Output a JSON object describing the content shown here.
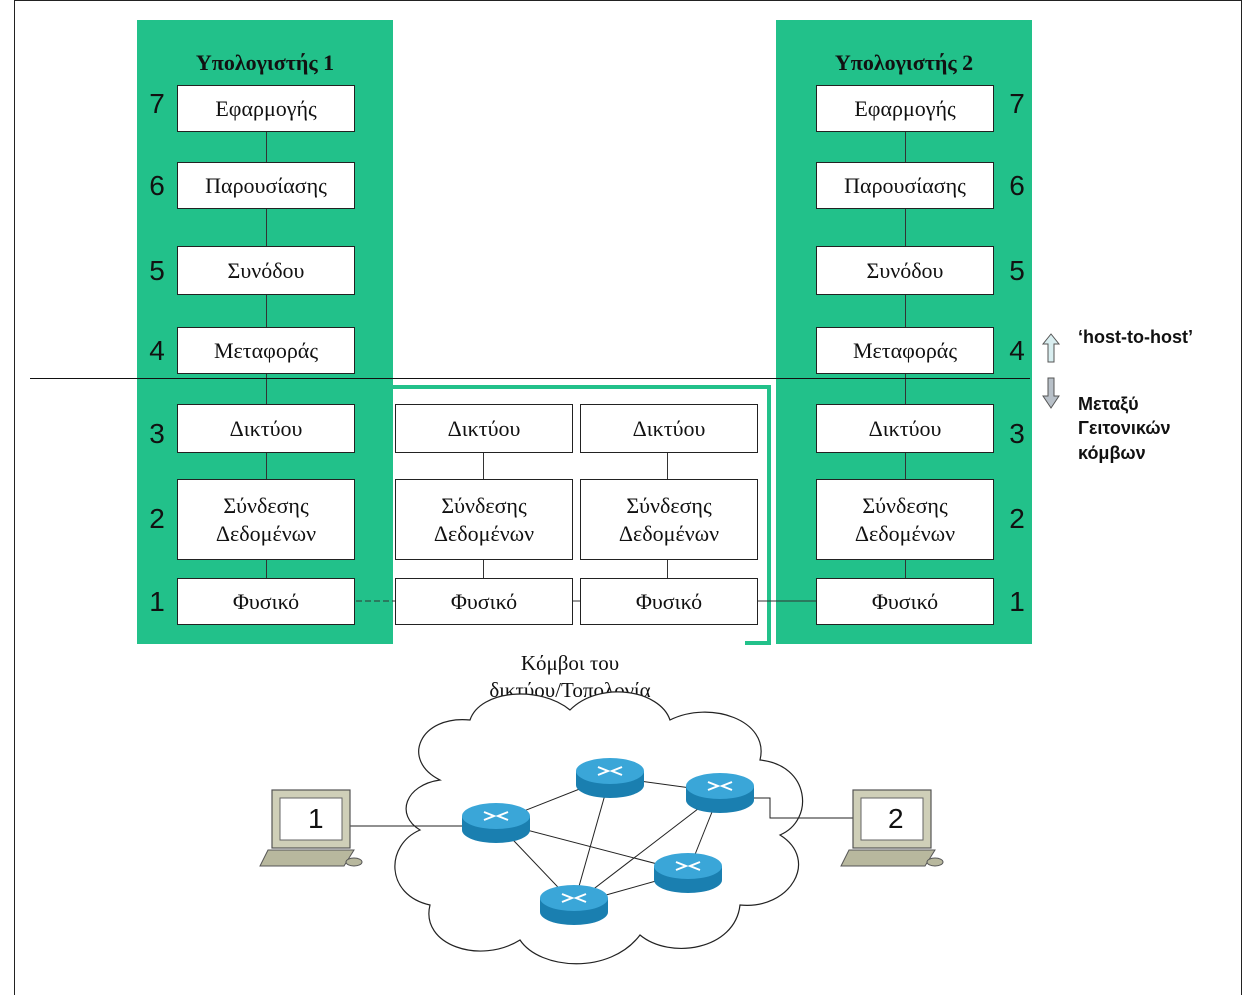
{
  "host1": {
    "title": "Υπολογιστής 1",
    "layers": [
      {
        "num": "7",
        "label": "Εφαρμογής"
      },
      {
        "num": "6",
        "label": "Παρουσίασης"
      },
      {
        "num": "5",
        "label": "Συνόδου"
      },
      {
        "num": "4",
        "label": "Μεταφοράς"
      },
      {
        "num": "3",
        "label": "Δικτύου"
      },
      {
        "num": "2",
        "label": "Σύνδεσης\nΔεδομένων"
      },
      {
        "num": "1",
        "label": "Φυσικό"
      }
    ]
  },
  "host2": {
    "title": "Υπολογιστής 2",
    "layers": [
      {
        "num": "7",
        "label": "Εφαρμογής"
      },
      {
        "num": "6",
        "label": "Παρουσίασης"
      },
      {
        "num": "5",
        "label": "Συνόδου"
      },
      {
        "num": "4",
        "label": "Μεταφοράς"
      },
      {
        "num": "3",
        "label": "Δικτύου"
      },
      {
        "num": "2",
        "label": "Σύνδεσης\nΔεδομένων"
      },
      {
        "num": "1",
        "label": "Φυσικό"
      }
    ]
  },
  "intermediate_nodes": [
    {
      "layers": [
        "Δικτύου",
        "Σύνδεσης\nΔεδομένων",
        "Φυσικό"
      ]
    },
    {
      "layers": [
        "Δικτύου",
        "Σύνδεσης\nΔεδομένων",
        "Φυσικό"
      ]
    }
  ],
  "labels": {
    "host_to_host": "‘host-to-host’",
    "neighbors": "Μεταξύ\nΓειτονικών\nκόμβων",
    "cloud_caption": "Κόμβοι του\nδικτύου/Τοπολογία"
  },
  "computers": [
    {
      "label": "1"
    },
    {
      "label": "2"
    }
  ],
  "colors": {
    "host_panel": "#22c18a",
    "router_body": "#1a7fb0",
    "router_top": "#3aa6d8",
    "arrow_up": "#d9eef0",
    "computer_body": "#cfcfb8"
  }
}
